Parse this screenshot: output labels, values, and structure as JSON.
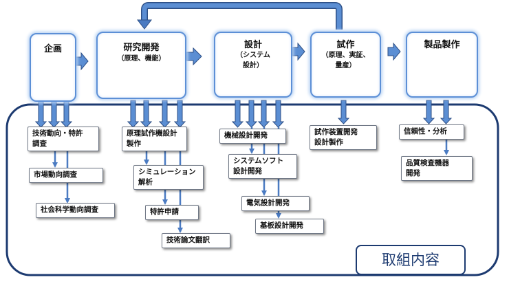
{
  "stages": {
    "planning": {
      "title": "企画"
    },
    "rd": {
      "title": "研究開発",
      "sub": "（原理、機能）"
    },
    "design": {
      "title": "設計",
      "sub1": "（システム",
      "sub2": "設計）"
    },
    "prototype": {
      "title": "試作",
      "sub1": "（原理、実証、",
      "sub2": "量産）"
    },
    "production": {
      "title": "製品製作"
    }
  },
  "tasks": {
    "tech_trend": {
      "line1": "技術動向・特許",
      "line2": "調査"
    },
    "market_trend": "市場動向調査",
    "social_trend": "社会科学動向調査",
    "prototype_machine": {
      "line1": "原理試作機設計",
      "line2": "製作"
    },
    "simulation": {
      "line1": "シミュレーション",
      "line2": "解析"
    },
    "patent": "特許申請",
    "paper_translation": "技術論文翻訳",
    "mech_design": "機械設計開発",
    "software": {
      "line1": "システムソフト",
      "line2": "設計開発"
    },
    "electrical": "電気設計開発",
    "board": "基板設計開発",
    "test_equipment": {
      "line1": "試作装置開発",
      "line2": "設計製作"
    },
    "reliability": "信頼性・分析",
    "quality_equipment": {
      "line1": "品質検査機器",
      "line2": "開発"
    }
  },
  "footer": {
    "label": "取組内容"
  },
  "colors": {
    "arrow": "#4b7bc2",
    "arrow_border": "#2d4f86",
    "frame": "#1c3a70",
    "stage_border": "#5c8fd6"
  }
}
